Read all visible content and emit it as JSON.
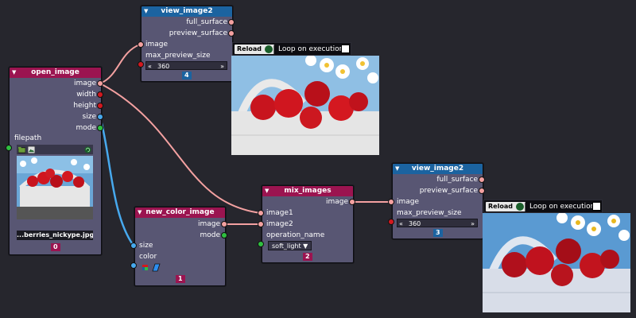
{
  "colors": {
    "background": "#26262d",
    "node_body": "#585673",
    "header_red": "#9b1450",
    "header_blue": "#1b63a0",
    "wire_salmon": "#f4a1a1",
    "wire_blue": "#47a9ee"
  },
  "nodes": {
    "open_image": {
      "title": "open_image",
      "outputs": [
        "image",
        "width",
        "height",
        "size",
        "mode"
      ],
      "filepath_label": "filepath",
      "filename": "...berries_nickype.jpg",
      "id": "0"
    },
    "view_image2_top": {
      "title": "view_image2",
      "outputs": [
        "full_surface",
        "preview_surface"
      ],
      "input_label": "image",
      "param_label": "max_preview_size",
      "value": "360",
      "id": "4",
      "toolbar": {
        "reload_label": "Reload",
        "loop_label": "Loop on execution"
      }
    },
    "new_color_image": {
      "title": "new_color_image",
      "outputs": [
        "image",
        "mode"
      ],
      "inputs": [
        "size",
        "color"
      ],
      "id": "1"
    },
    "mix_images": {
      "title": "mix_images",
      "output": "image",
      "inputs": [
        "image1",
        "image2"
      ],
      "param_label": "operation_name",
      "value": "soft_light",
      "id": "2"
    },
    "view_image2_bottom": {
      "title": "view_image2",
      "outputs": [
        "full_surface",
        "preview_surface"
      ],
      "input_label": "image",
      "param_label": "max_preview_size",
      "value": "360",
      "id": "3",
      "toolbar": {
        "reload_label": "Reload",
        "loop_label": "Loop on execution"
      }
    }
  }
}
